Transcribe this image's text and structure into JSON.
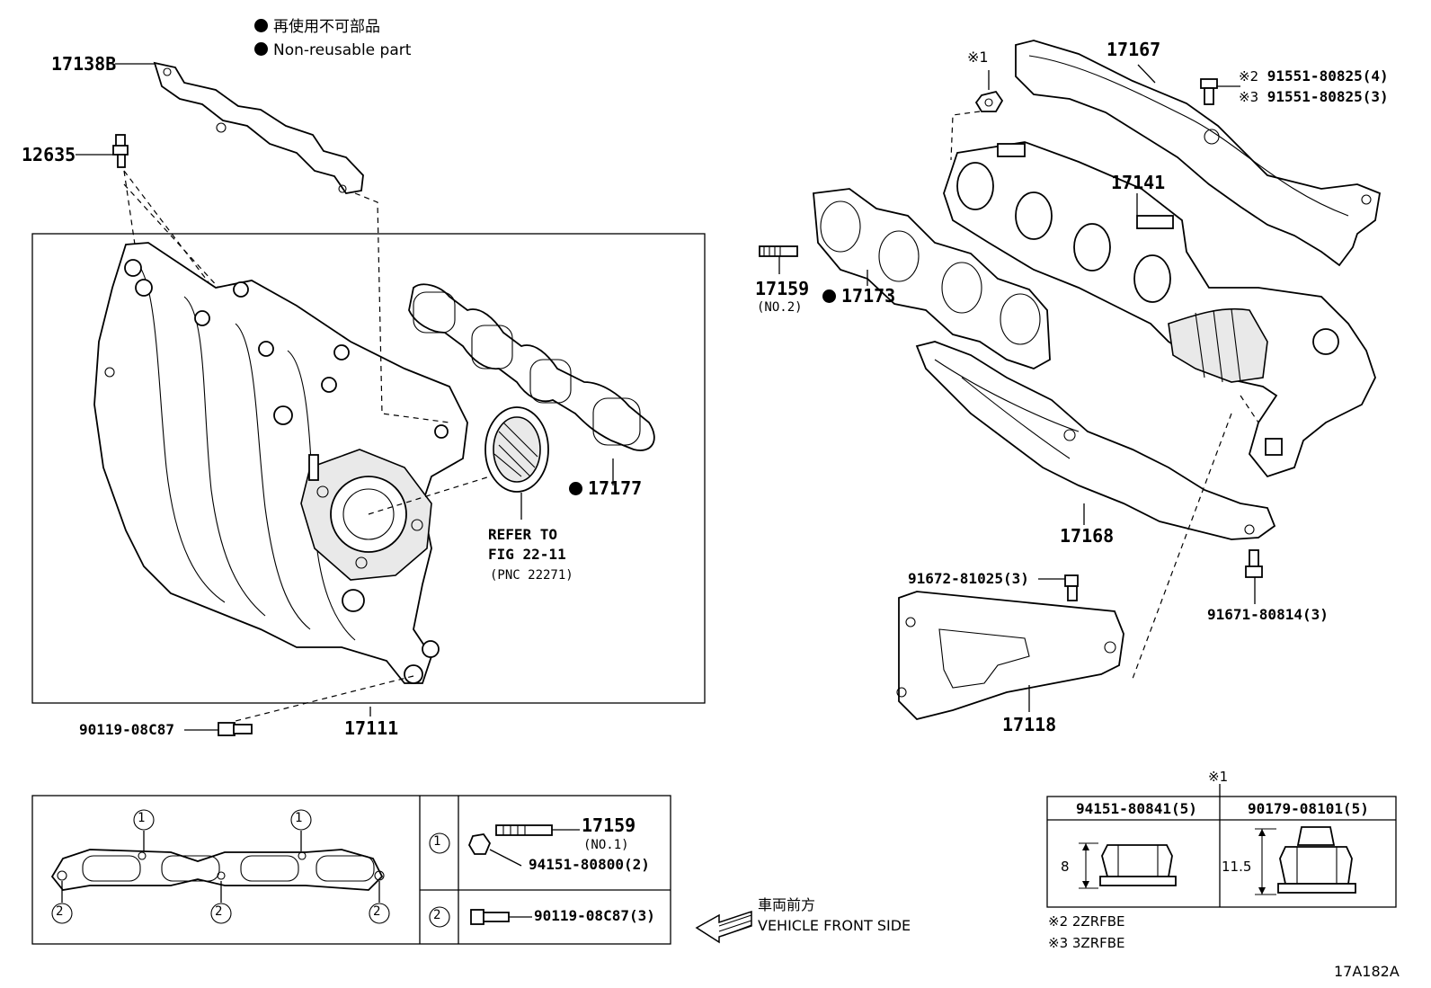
{
  "legend": {
    "jp": "再使用不可部品",
    "en": "Non-reusable part"
  },
  "parts": {
    "p17138B": "17138B",
    "p12635": "12635",
    "p17111": "17111",
    "p17177": "17177",
    "p90119": "90119-08C87",
    "refer1": "REFER TO",
    "refer2": "FIG 22-11",
    "refer3": "(PNC 22271)",
    "p17167": "17167",
    "p17141": "17141",
    "p17159": "17159",
    "p17159no2": "(NO.2)",
    "p17173": "17173",
    "p17168": "17168",
    "p91672": "91672-81025(3)",
    "p91671": "91671-80814(3)",
    "p17118": "17118",
    "mark1": "※1",
    "m2": "※2",
    "m3": "※3",
    "p91551a": "91551-80825(4)",
    "p91551b": "91551-80825(3)"
  },
  "inset_left": {
    "c1": "①",
    "c2": "②",
    "r1_part": "17159",
    "r1_no": "(NO.1)",
    "r1_nut": "94151-80800(2)",
    "r2_bolt": "90119-08C87(3)"
  },
  "nut_table": {
    "mark": "※1",
    "col1": "94151-80841(5)",
    "col2": "90179-08101(5)",
    "h1": "8",
    "h2": "11.5"
  },
  "notes": {
    "n2": "※2 2ZRFBE",
    "n3": "※3 3ZRFBE"
  },
  "front": {
    "jp": "車両前方",
    "en": "VEHICLE FRONT SIDE"
  },
  "fig_id": "17A182A"
}
